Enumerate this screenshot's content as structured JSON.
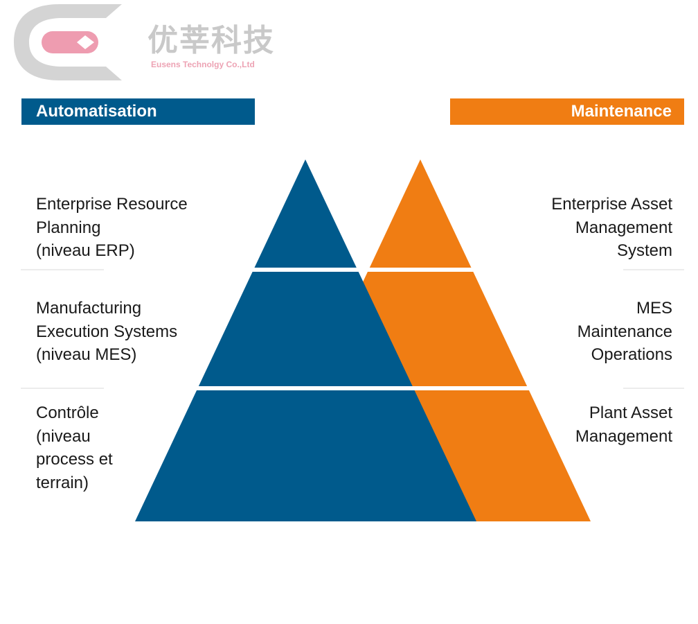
{
  "logo": {
    "chinese_name": "优莘科技",
    "english_name": "Eusens Technolgy Co.,Ltd",
    "colors": {
      "gray": "#d4d4d4",
      "pink": "#ee9cb0"
    }
  },
  "banners": {
    "left": {
      "label": "Automatisation",
      "color": "#005a8c"
    },
    "right": {
      "label": "Maintenance",
      "color": "#f07d13"
    }
  },
  "pyramid": {
    "colors": {
      "automation": "#005a8c",
      "maintenance": "#f07d13",
      "divider": "#ffffff",
      "level_rule": "#d9d9d9"
    }
  },
  "levels": [
    {
      "left": [
        "Enterprise Resource",
        "Planning",
        "(niveau ERP)"
      ],
      "right": [
        "Enterprise Asset",
        "Management",
        "System"
      ]
    },
    {
      "left": [
        "Manufacturing",
        "Execution Systems",
        "(niveau MES)"
      ],
      "right": [
        "MES",
        "Maintenance",
        "Operations"
      ]
    },
    {
      "left": [
        "Contrôle",
        "(niveau",
        "process et",
        "terrain)"
      ],
      "right": [
        "Plant Asset",
        "Management"
      ]
    }
  ]
}
